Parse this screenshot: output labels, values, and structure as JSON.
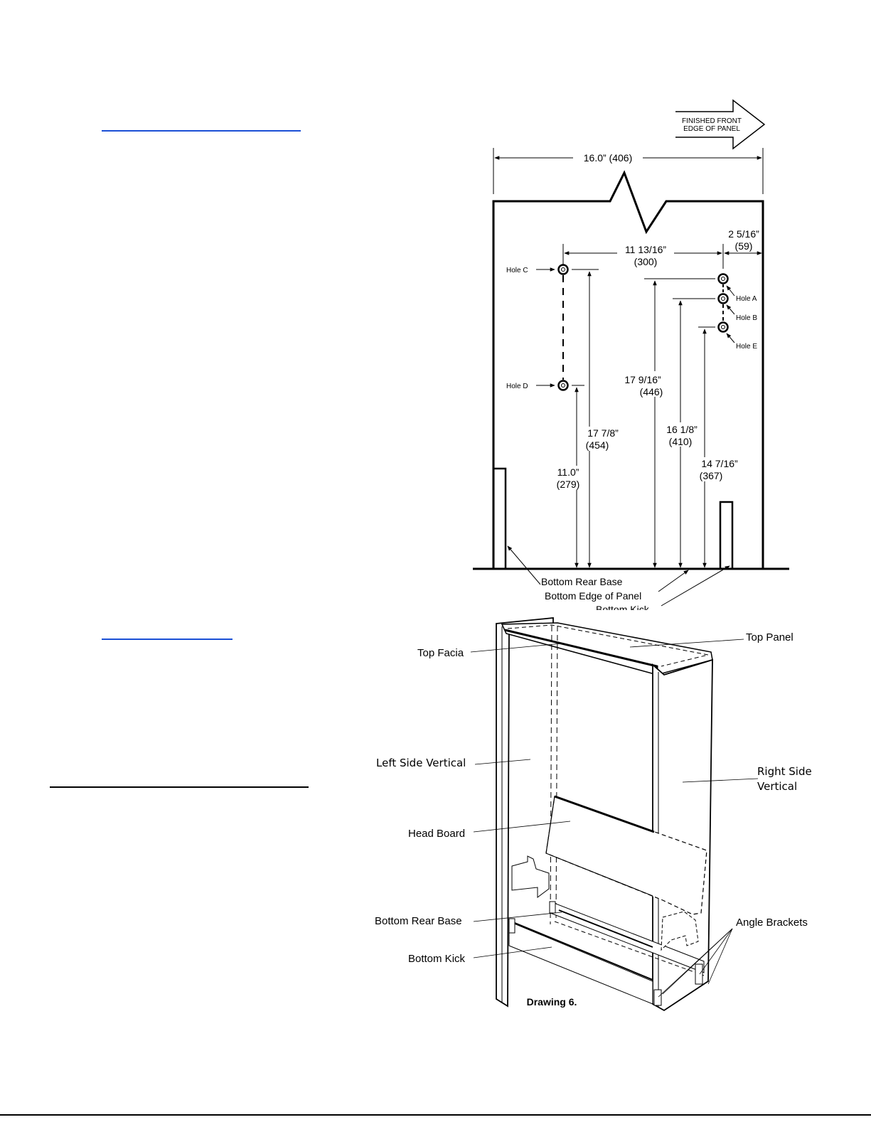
{
  "drawing_top": {
    "arrow_label_line1": "FINISHED FRONT",
    "arrow_label_line2": "EDGE OF PANEL",
    "width_dim": "16.0” (406)",
    "dim_a_in": "2 5/16”",
    "dim_a_mm": "(59)",
    "dim_b_in": "11 13/16”",
    "dim_b_mm": "(300)",
    "hole_c": "Hole C",
    "hole_d": "Hole D",
    "hole_a": "Hole A",
    "hole_b": "Hole B",
    "hole_e": "Hole E",
    "dim_c_in": "17 9/16”",
    "dim_c_mm": "(446)",
    "dim_d_in": "17 7/8”",
    "dim_d_mm": "(454)",
    "dim_e_in": "16 1/8”",
    "dim_e_mm": "(410)",
    "dim_f_in": "11.0”",
    "dim_f_mm": "(279)",
    "dim_g_in": "14 7/16”",
    "dim_g_mm": "(367)",
    "label_rear_base": "Bottom Rear Base",
    "label_bottom_edge": "Bottom Edge of Panel",
    "label_bottom_kick": "Bottom Kick"
  },
  "drawing_bottom": {
    "top_facia": "Top Facia",
    "top_panel": "Top Panel",
    "left_side": "Left Side Vertical",
    "right_side_1": "Right Side",
    "right_side_2": "Vertical",
    "head_board": "Head Board",
    "bottom_rear_base": "Bottom Rear Base",
    "bottom_kick": "Bottom Kick",
    "angle_brackets": "Angle Brackets",
    "caption": "Drawing 6."
  }
}
